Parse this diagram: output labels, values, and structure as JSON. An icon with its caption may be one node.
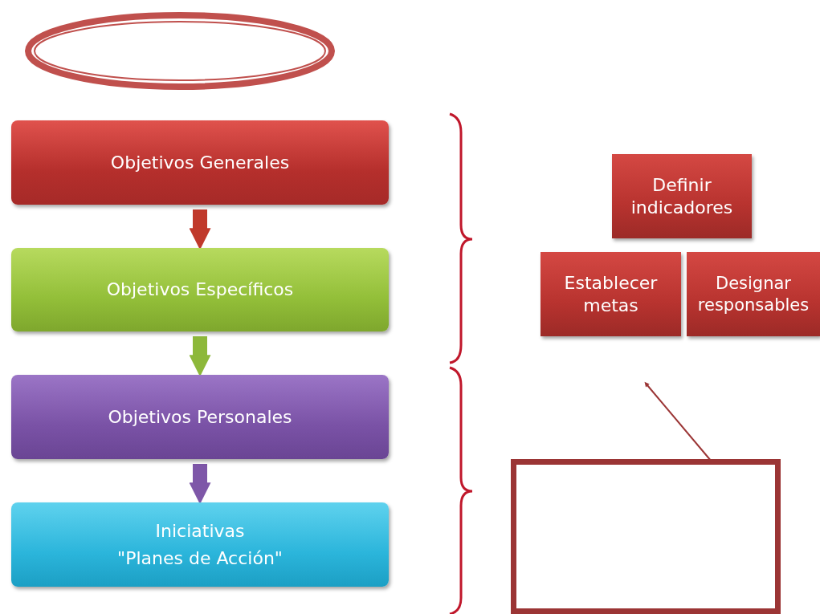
{
  "diagram": {
    "nodes": [
      {
        "text": [],
        "shape": "circle"
      },
      {
        "text": [
          "Objetivos Generales"
        ]
      },
      {
        "text": [
          "Objetivos Específicos"
        ]
      },
      {
        "text": [
          "Objetivos Personales"
        ]
      },
      {
        "text": [
          "Iniciativas",
          "\"Planes de Acción\""
        ]
      },
      {
        "text": [
          "Definir indicadores"
        ]
      },
      {
        "text": [
          "Establecer metas"
        ]
      },
      {
        "text": [
          "Designar responsables"
        ]
      },
      {
        "text": [],
        "shape": "box"
      }
    ],
    "edges": [
      {
        "from": 1,
        "to": 2,
        "arrow": "to",
        "color": "#c0392b"
      },
      {
        "from": 2,
        "to": 3,
        "arrow": "to",
        "color": "#8db83a"
      },
      {
        "from": 3,
        "to": 4,
        "arrow": "to",
        "color": "#7e57a8"
      },
      {
        "from": 8,
        "to": null,
        "arrow": "to"
      }
    ]
  }
}
